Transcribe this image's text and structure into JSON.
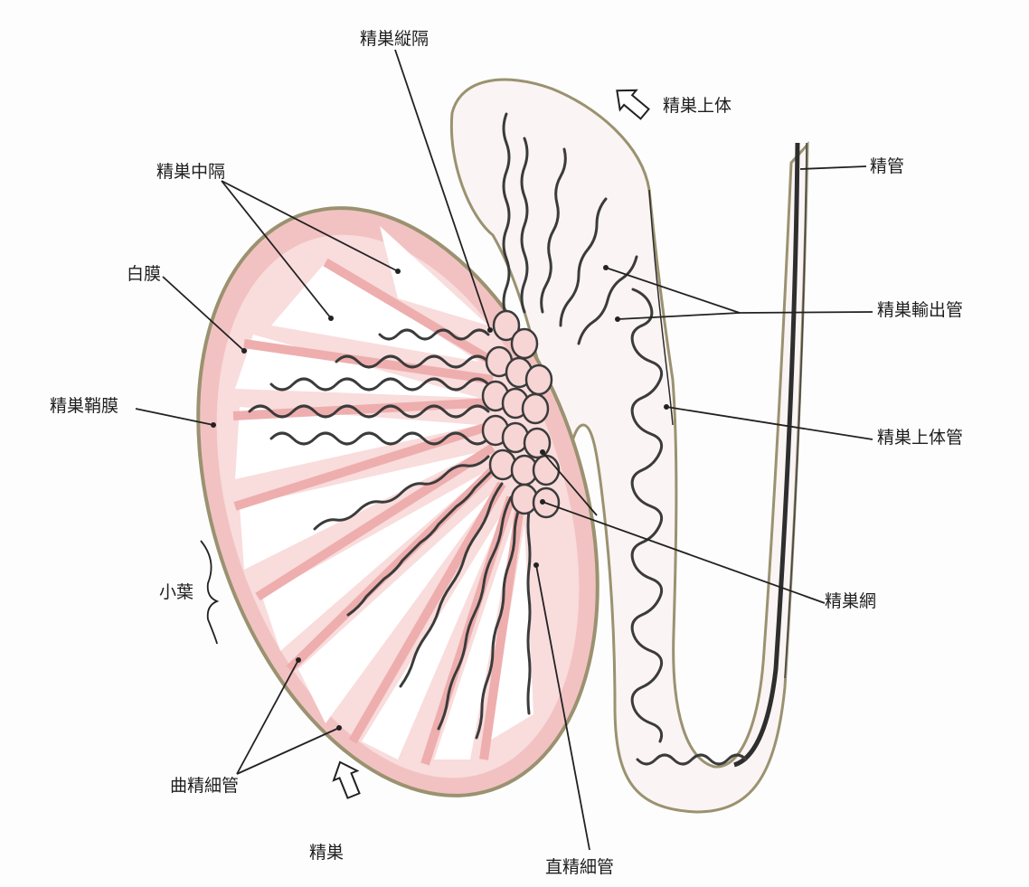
{
  "labels": {
    "mediastinum": "精巣縦隔",
    "epididymis": "精巣上体",
    "septa": "精巣中隔",
    "vas_deferens": "精管",
    "tunica_albuginea": "白膜",
    "efferent_ducts": "精巣輸出管",
    "tunica_vaginalis": "精巣鞘膜",
    "epididymal_duct": "精巣上体管",
    "lobule": "小葉",
    "rete_testis": "精巣網",
    "seminiferous_tubules": "曲精細管",
    "testis": "精巣",
    "straight_tubules": "直精細管"
  },
  "colors": {
    "capsule_pink": "#f2c2c2",
    "septum_pink": "#eeaeae",
    "tubule_ink": "#3b3b3b",
    "outline_olive": "#9a9270",
    "background": "#fdfdfd"
  }
}
